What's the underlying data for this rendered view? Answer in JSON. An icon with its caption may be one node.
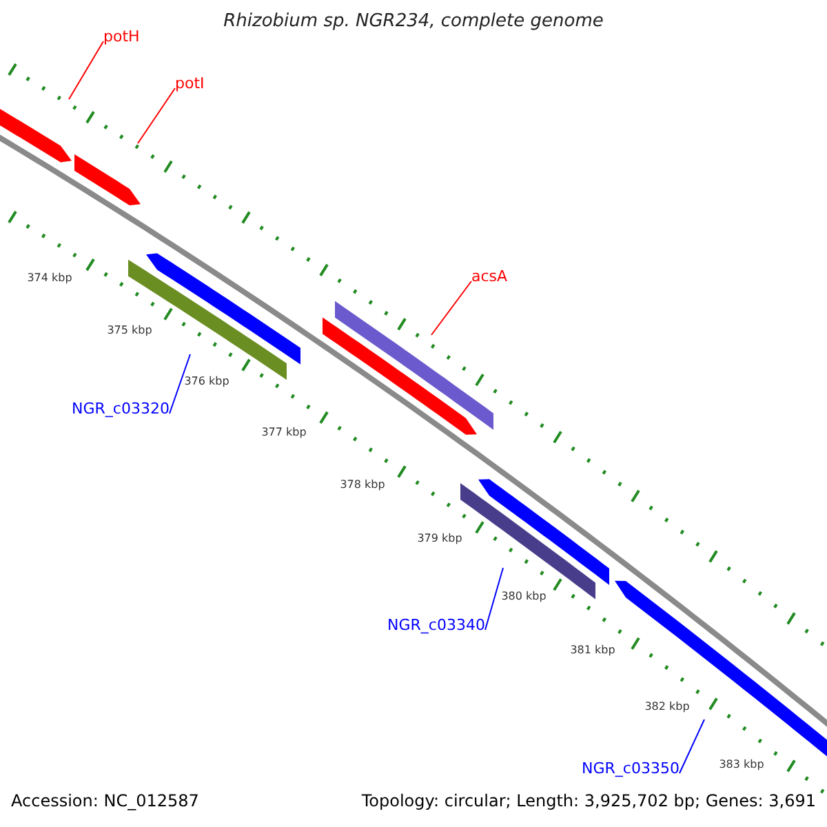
{
  "diagram": {
    "title": "Rhizobium sp. NGR234, complete genome",
    "nodes": [
      {
        "text": [
          "potH"
        ]
      },
      {
        "text": [
          "potI"
        ]
      },
      {
        "text": [
          "acsA"
        ]
      },
      {
        "text": [
          "NGR_c03320"
        ]
      },
      {
        "text": [
          "NGR_c03340"
        ]
      },
      {
        "text": [
          "NGR_c03350"
        ]
      }
    ],
    "edges": [
      {
        "from": 0,
        "to": null,
        "arrow": "none"
      },
      {
        "from": 1,
        "to": null,
        "arrow": "none"
      },
      {
        "from": 2,
        "to": null,
        "arrow": "none"
      },
      {
        "from": 3,
        "to": null,
        "arrow": "none",
        "color": "#0000ff"
      },
      {
        "from": 4,
        "to": null,
        "arrow": "none",
        "color": "#0000ff"
      },
      {
        "from": 5,
        "to": null,
        "arrow": "none",
        "color": "#0000ff"
      }
    ],
    "labels": [
      "374 kbp",
      "375 kbp",
      "376 kbp",
      "377 kbp",
      "378 kbp",
      "379 kbp",
      "380 kbp",
      "381 kbp",
      "382 kbp",
      "383 kbp",
      "Accession: NC_012587",
      "Topology: circular; Length: 3,925,702 bp; Genes: 3,691"
    ]
  }
}
